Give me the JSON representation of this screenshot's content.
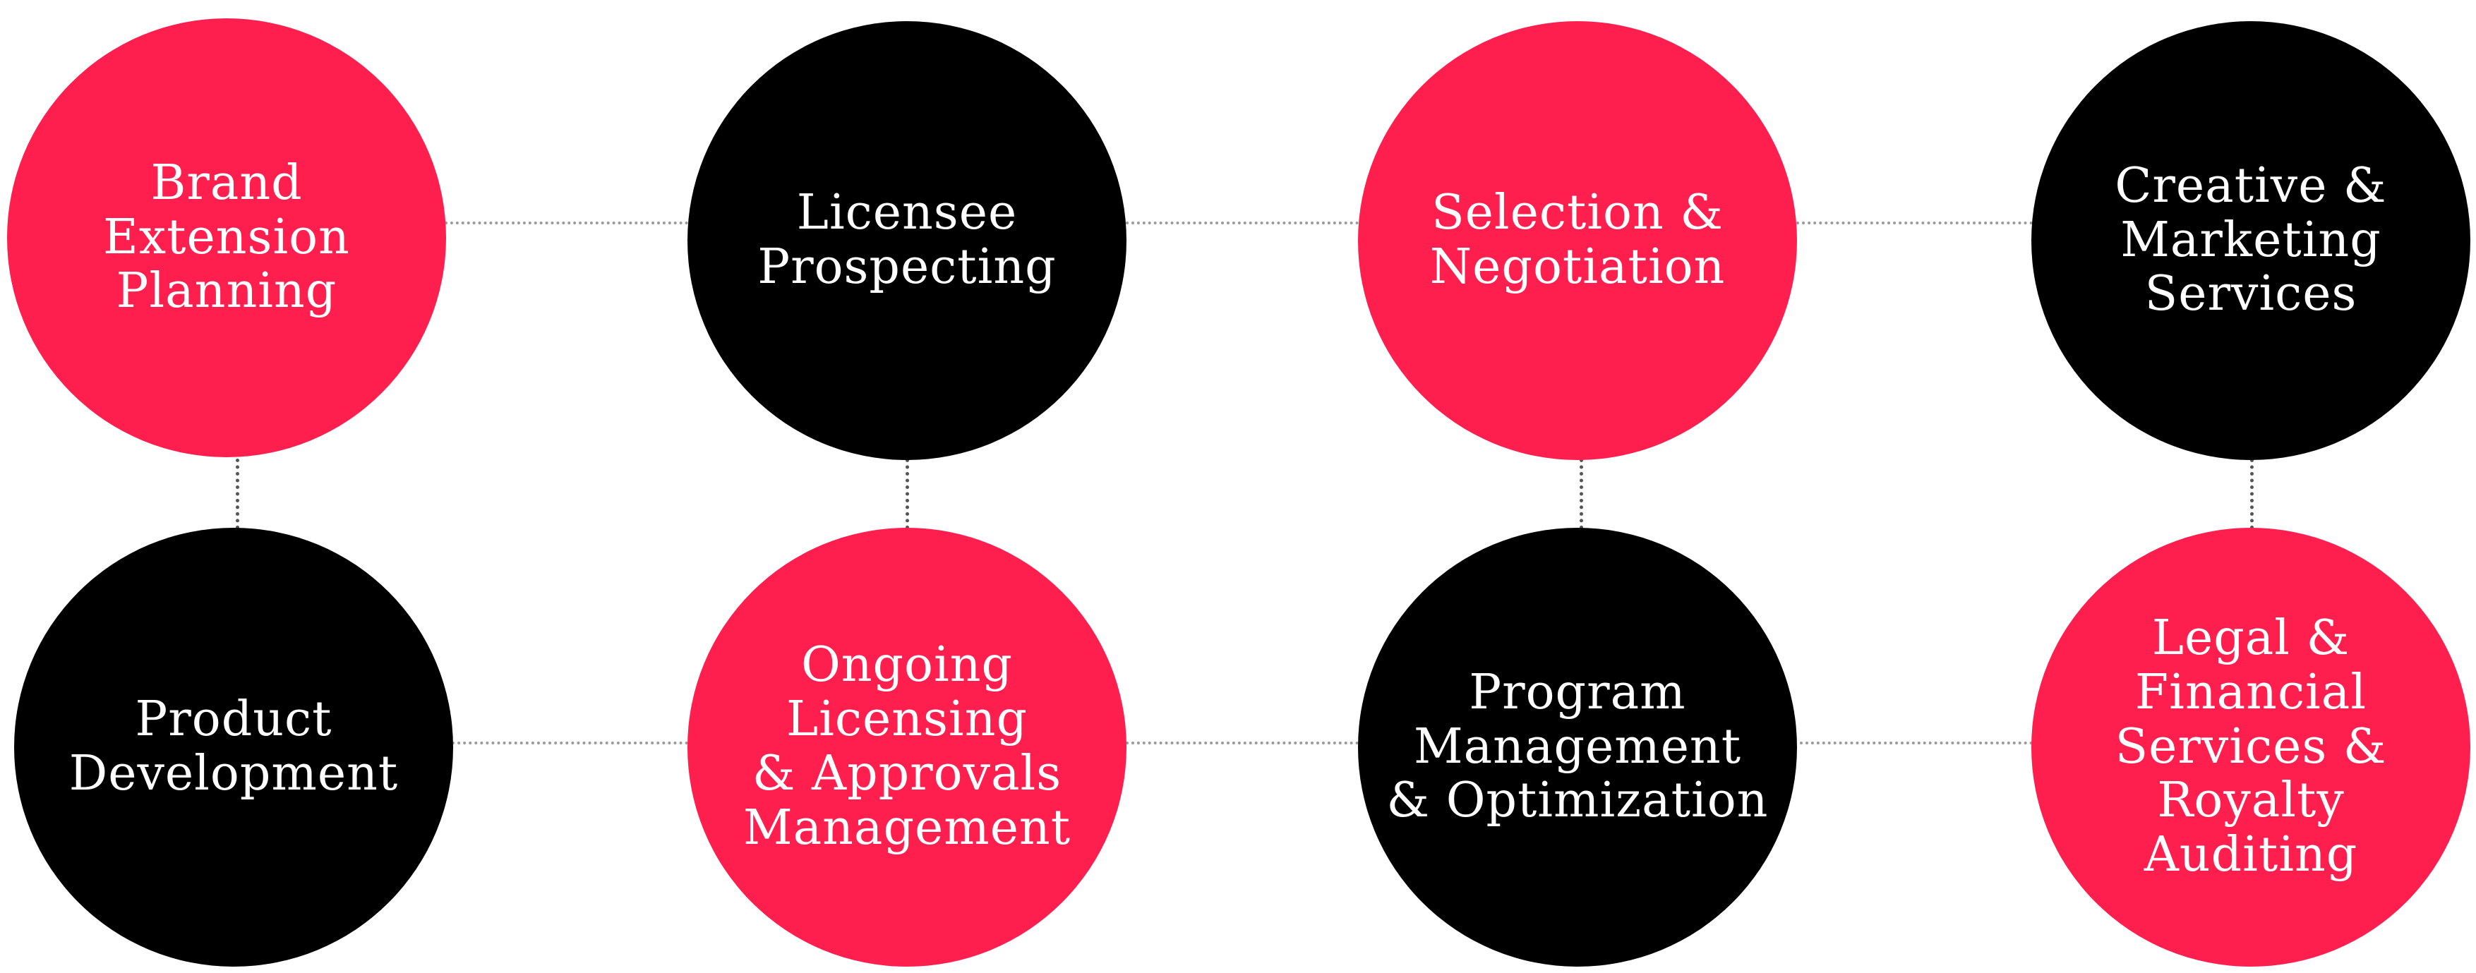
{
  "diagram": {
    "colors": {
      "accent": "#ff1f4f",
      "dark": "#000000",
      "label": "#ffffff",
      "connector_row": "#9a9a9a",
      "connector_column": "#555555"
    },
    "nodes": [
      {
        "label": "Brand\nExtension\nPlanning",
        "fill": "red",
        "row": 1,
        "column": 1
      },
      {
        "label": "Licensee\nProspecting",
        "fill": "black",
        "row": 1,
        "column": 2
      },
      {
        "label": "Selection &\nNegotiation",
        "fill": "red",
        "row": 1,
        "column": 3
      },
      {
        "label": "Creative &\nMarketing\nServices",
        "fill": "black",
        "row": 1,
        "column": 4
      },
      {
        "label": "Product\nDevelopment",
        "fill": "black",
        "row": 2,
        "column": 1
      },
      {
        "label": "Ongoing\nLicensing\n& Approvals\nManagement",
        "fill": "red",
        "row": 2,
        "column": 2
      },
      {
        "label": "Program\nManagement\n& Optimization",
        "fill": "black",
        "row": 2,
        "column": 3
      },
      {
        "label": "Legal &\nFinancial\nServices &\nRoyalty\nAuditing",
        "fill": "red",
        "row": 2,
        "column": 4
      }
    ]
  }
}
